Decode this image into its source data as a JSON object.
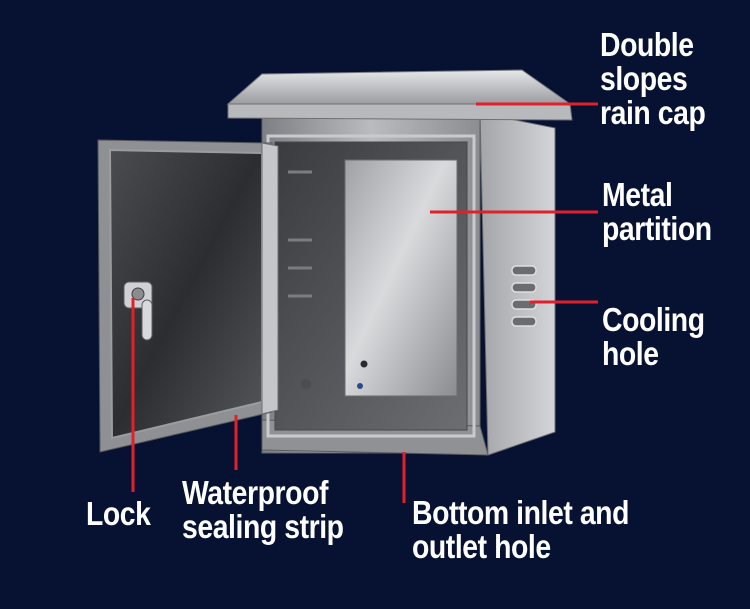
{
  "background_color": "#071233",
  "leader_color": "#e0202a",
  "labels": {
    "rain_cap": [
      "Double",
      "slopes",
      "rain cap"
    ],
    "partition": [
      "Metal",
      "partition"
    ],
    "cooling": [
      "Cooling",
      "hole"
    ],
    "lock": [
      "Lock"
    ],
    "sealing": [
      "Waterproof",
      "sealing strip"
    ],
    "bottom": [
      "Bottom inlet and",
      "outlet hole"
    ]
  }
}
